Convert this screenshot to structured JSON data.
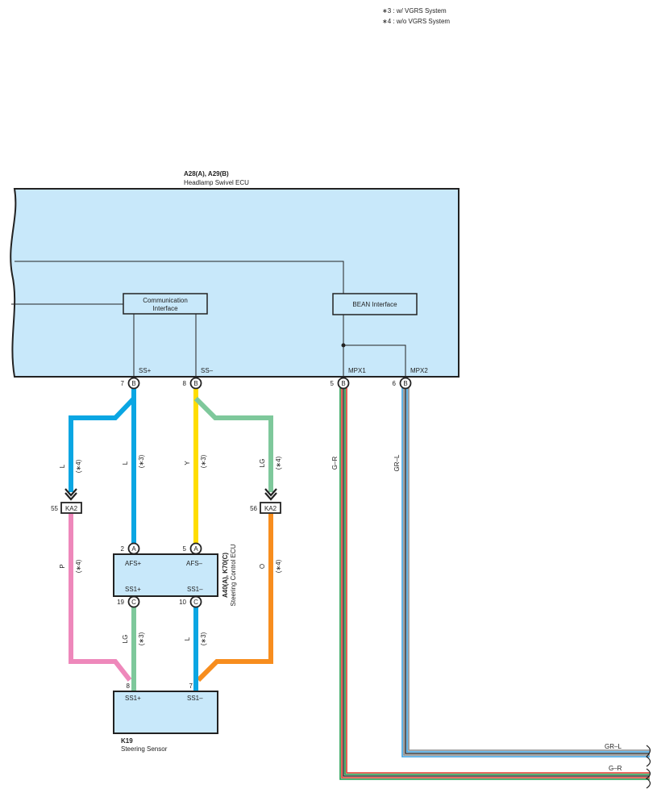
{
  "notes": {
    "n3": "∗3 : w/ VGRS System",
    "n4": "∗4 : w/o VGRS System"
  },
  "ecu": {
    "code": "A28(A), A29(B)",
    "name": "Headlamp Swivel ECU",
    "comm_interface": [
      "Communication",
      "Interface"
    ],
    "bean_interface": "BEAN Interface",
    "pins": {
      "ss_plus": {
        "label": "SS+",
        "num": "7",
        "conn": "B"
      },
      "ss_minus": {
        "label": "SS–",
        "num": "8",
        "conn": "B"
      },
      "mpx1": {
        "label": "MPX1",
        "num": "5",
        "conn": "B"
      },
      "mpx2": {
        "label": "MPX2",
        "num": "6",
        "conn": "B"
      }
    }
  },
  "steering_ecu": {
    "code": "A40(A), K70(C)",
    "name": "Steering Control ECU",
    "pins": {
      "afs_plus": {
        "label": "AFS+",
        "num": "2",
        "conn": "A"
      },
      "afs_minus": {
        "label": "AFS–",
        "num": "5",
        "conn": "A"
      },
      "ss1_plus": {
        "label": "SS1+",
        "num": "19",
        "conn": "C"
      },
      "ss1_minus": {
        "label": "SS1–",
        "num": "10",
        "conn": "C"
      }
    }
  },
  "sensor": {
    "code": "K19",
    "name": "Steering Sensor",
    "pins": {
      "ss1_plus": {
        "label": "SS1+",
        "num": "8"
      },
      "ss1_minus": {
        "label": "SS1–",
        "num": "7"
      }
    }
  },
  "junctions": {
    "left": {
      "code": "KA2",
      "num": "55"
    },
    "right": {
      "code": "KA2",
      "num": "56"
    }
  },
  "wires": {
    "l_w4": {
      "color_code": "L",
      "variant": "(∗4)",
      "color": "#0aa6e3"
    },
    "l_w3": {
      "color_code": "L",
      "variant": "(∗3)",
      "color": "#0aa6e3"
    },
    "y_w3": {
      "color_code": "Y",
      "variant": "(∗3)",
      "color": "#ffdd00"
    },
    "lg_w4": {
      "color_code": "LG",
      "variant": "(∗4)",
      "color": "#7ec89b"
    },
    "p_w4": {
      "color_code": "P",
      "variant": "(∗4)",
      "color": "#ee88bb"
    },
    "o_w4": {
      "color_code": "O",
      "variant": "(∗4)",
      "color": "#f78d1e"
    },
    "lg_w3_low": {
      "color_code": "LG",
      "variant": "(∗3)",
      "color": "#7ec89b"
    },
    "l_w3_low": {
      "color_code": "L",
      "variant": "(∗3)",
      "color": "#0aa6e3"
    },
    "gr": {
      "color_code": "G–R",
      "stripe1": "#1a9c4a",
      "stripe2": "#e03a2f"
    },
    "grl": {
      "color_code": "GR–L",
      "stripe1": "#8a8a8a",
      "stripe2": "#3aa0e0"
    }
  },
  "exits": {
    "grl": "GR–L",
    "gr": "G–R"
  },
  "colors": {
    "ecu_fill": "#c8e8fa",
    "outline": "#222222"
  }
}
